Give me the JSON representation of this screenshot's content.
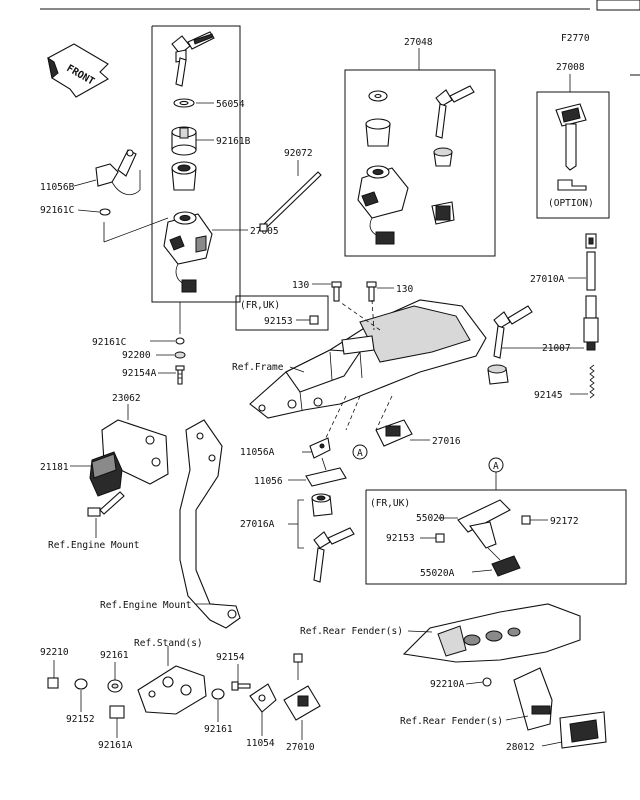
{
  "diagram_code": "F2770",
  "front_label": "FRONT",
  "callouts": {
    "p27048": "27048",
    "p27008": "27008",
    "option": "(OPTION)",
    "p56054": "56054",
    "p92161B": "92161B",
    "p92072": "92072",
    "p11056B": "11056B",
    "p92161C_top": "92161C",
    "p27005": "27005",
    "p130_left": "130",
    "p130_right": "130",
    "p27010A": "27010A",
    "fr_uk_1": "(FR,UK)",
    "p92153_1": "92153",
    "p21007": "21007",
    "ref_frame": "Ref.Frame",
    "p92161C_bot": "92161C",
    "p92200": "92200",
    "p92154A": "92154A",
    "p92145": "92145",
    "p23062": "23062",
    "p21181": "21181",
    "p11056A": "11056A",
    "p27016": "27016",
    "marker_a": "A",
    "p11056": "11056",
    "fr_uk_2": "(FR,UK)",
    "p55020": "55020",
    "p92172": "92172",
    "p27016A": "27016A",
    "p92153_2": "92153",
    "p55020A": "55020A",
    "ref_engine_mount_1": "Ref.Engine Mount",
    "ref_engine_mount_2": "Ref.Engine Mount",
    "ref_rear_fender_1": "Ref.Rear Fender(s)",
    "ref_stand": "Ref.Stand(s)",
    "p92210": "92210",
    "p92161_left": "92161",
    "p92154": "92154",
    "p92210A": "92210A",
    "p92152": "92152",
    "p92161A": "92161A",
    "p92161_right": "92161",
    "p11054": "11054",
    "p27010": "27010",
    "ref_rear_fender_2": "Ref.Rear Fender(s)",
    "p28012": "28012"
  },
  "colors": {
    "line": "#111111",
    "part_fill": "#ffffff",
    "dark_fill": "#2a2a2a",
    "mid_fill": "#8a8a8a"
  }
}
